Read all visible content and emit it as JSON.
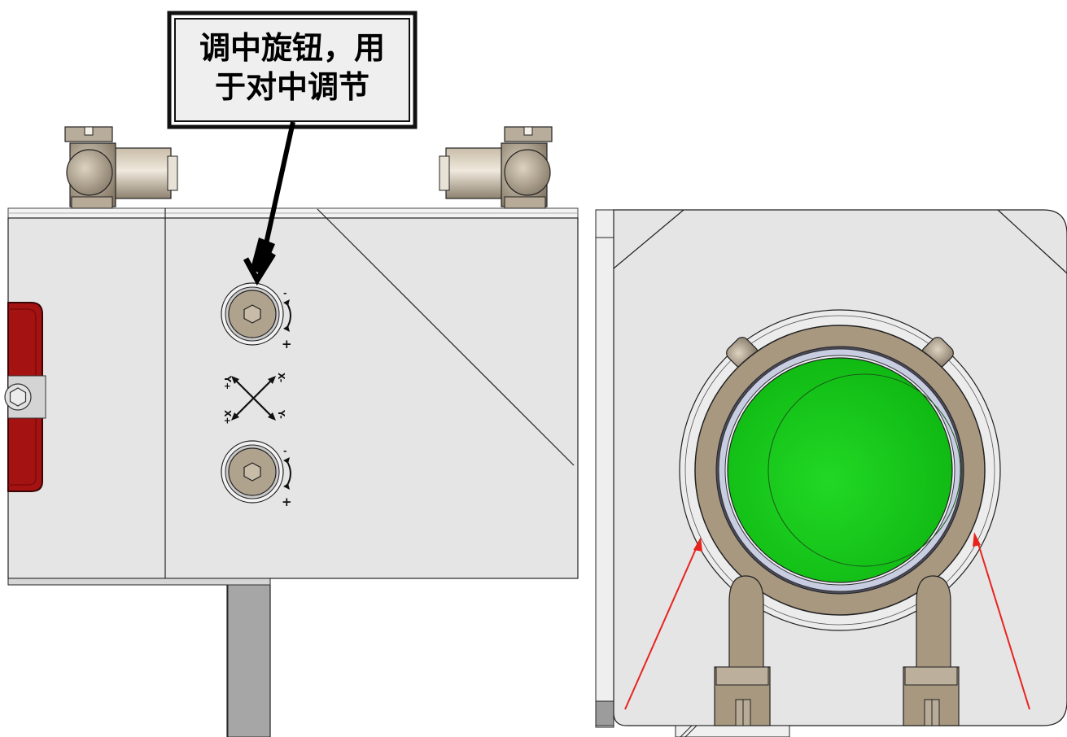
{
  "callout": {
    "line1": "调中旋钮，用",
    "line2": "于对中调节"
  },
  "knob_top": {
    "minus_sign": "-",
    "plus_sign": "+"
  },
  "knob_bottom": {
    "minus_sign": "-",
    "plus_sign": "+"
  },
  "axis_marks": {
    "upper_left": "Y+",
    "upper_right": "X-",
    "lower_left": "X+",
    "lower_right": "Y-"
  },
  "colors": {
    "panel": "#e5e5e5",
    "brass": "#a89880",
    "lens_green": "#17c41a",
    "red_handle": "#a51212",
    "arrow_red": "#e8231e",
    "ring_blue": "#c9cde2",
    "outline": "#1a1a1a"
  },
  "icons": [
    "hex-socket-icon",
    "rotation-arrow-icon",
    "cross-axis-icon",
    "pointer-arrow-icon"
  ]
}
